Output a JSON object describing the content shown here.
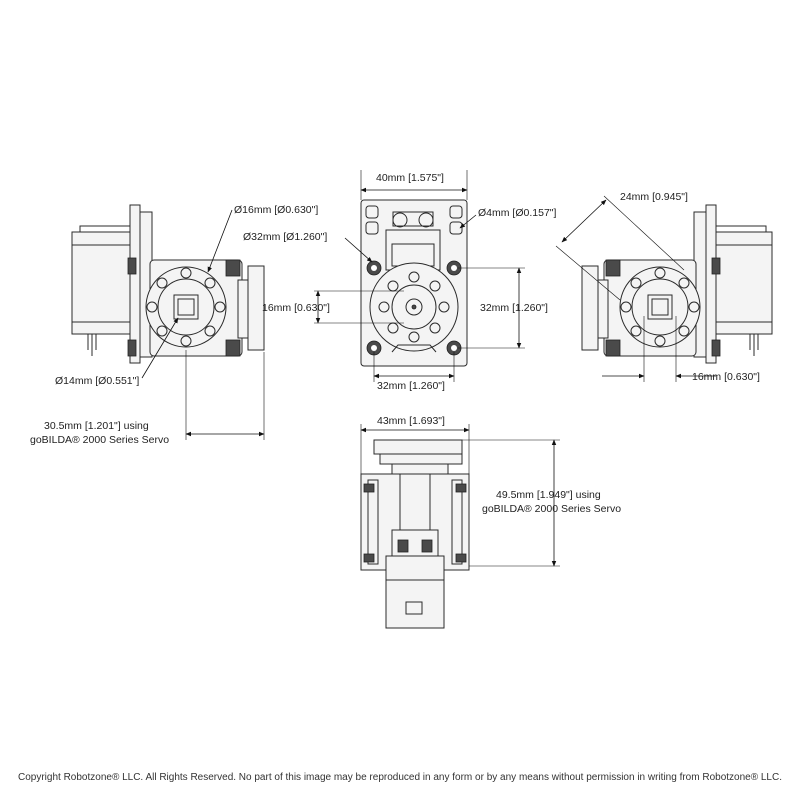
{
  "dimensions": {
    "hub_top_width": "40mm [1.575\"]",
    "hole_diameter": "Ø4mm [Ø0.157\"]",
    "bolt_circle": "Ø32mm [Ø1.260\"]",
    "left_bore": "Ø16mm [Ø0.630\"]",
    "left_inner": "Ø14mm [Ø0.551\"]",
    "left_depth_line1": "30.5mm [1.201\"] using",
    "left_depth_line2": "goBILDA® 2000 Series Servo",
    "center_inner": "16mm [0.630\"]",
    "center_height": "32mm [1.260\"]",
    "center_bottom": "32mm [1.260\"]",
    "right_diag": "24mm [0.945\"]",
    "right_bottom": "16mm [0.630\"]",
    "bottom_width": "43mm [1.693\"]",
    "bottom_height_line1": "49.5mm [1.949\"] using",
    "bottom_height_line2": "goBILDA® 2000 Series Servo"
  },
  "copyright": "Copyright Robotzone® LLC.  All Rights Reserved. No part of this image may be reproduced in any form or by any means without permission in writing from Robotzone® LLC."
}
